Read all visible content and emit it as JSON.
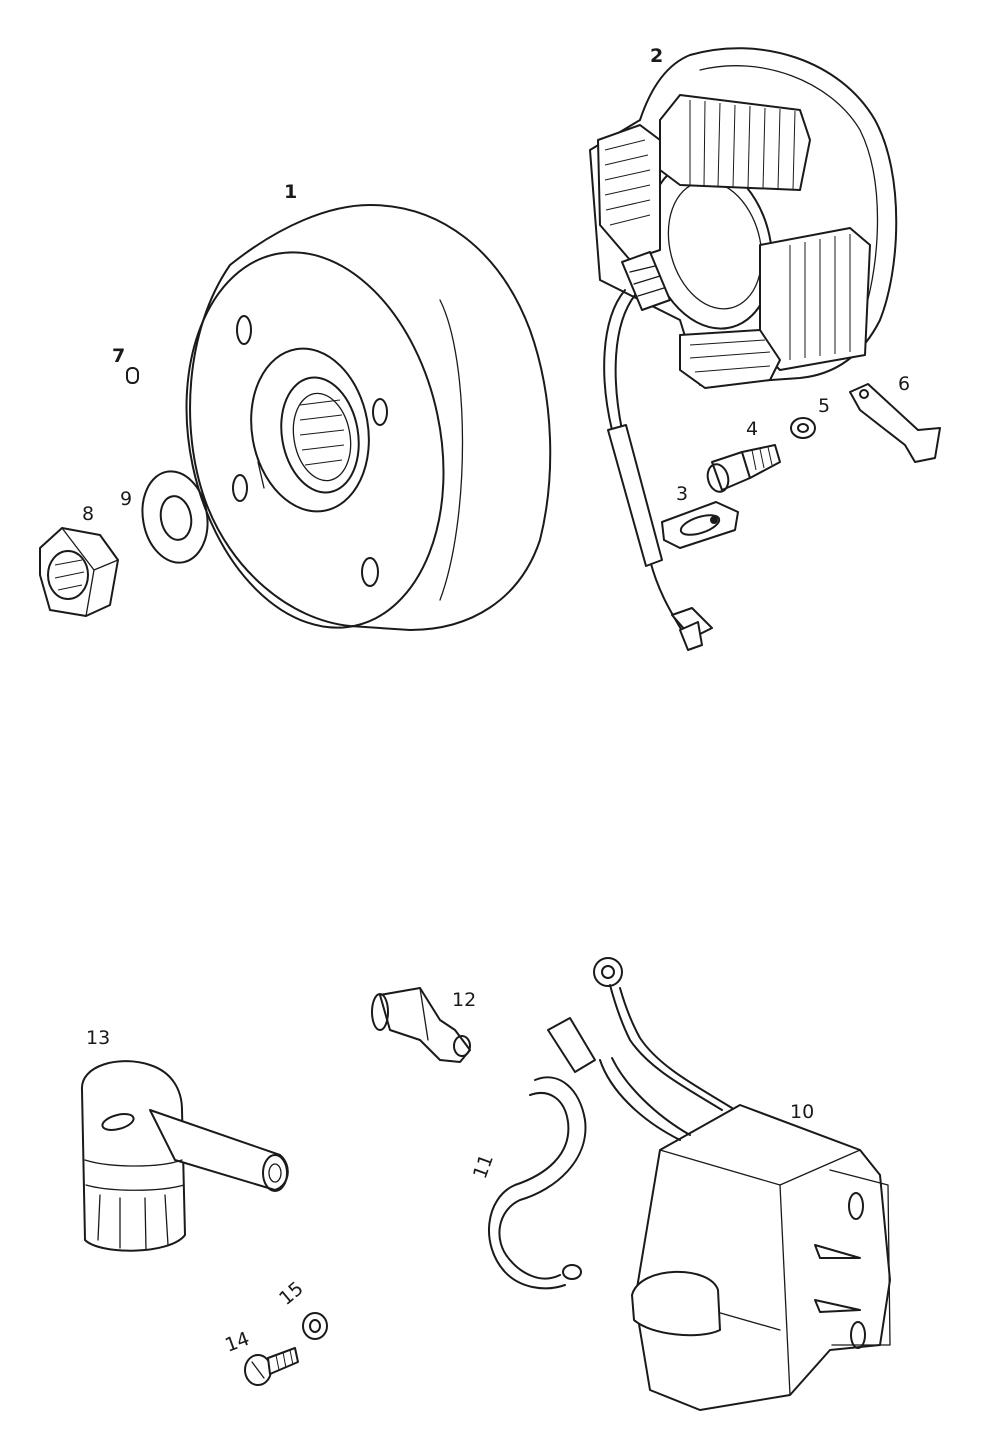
{
  "callouts": {
    "c1": "1",
    "c2": "2",
    "c3": "3",
    "c4": "4",
    "c5": "5",
    "c6": "6",
    "c7": "7",
    "c8": "8",
    "c9": "9",
    "c10": "10",
    "c11": "11",
    "c12": "12",
    "c13": "13",
    "c14": "14",
    "c15": "15"
  },
  "parts": [
    {
      "ref": "1",
      "icon": "flywheel-rotor-icon"
    },
    {
      "ref": "2",
      "icon": "stator-plate-icon"
    },
    {
      "ref": "3",
      "icon": "clamp-plate-icon"
    },
    {
      "ref": "4",
      "icon": "socket-screw-icon"
    },
    {
      "ref": "5",
      "icon": "washer-icon"
    },
    {
      "ref": "6",
      "icon": "bracket-icon"
    },
    {
      "ref": "7",
      "icon": "woodruff-key-icon"
    },
    {
      "ref": "8",
      "icon": "hex-nut-icon"
    },
    {
      "ref": "9",
      "icon": "washer-icon"
    },
    {
      "ref": "10",
      "icon": "ignition-coil-icon"
    },
    {
      "ref": "11",
      "icon": "ground-cable-icon"
    },
    {
      "ref": "12",
      "icon": "rubber-sleeve-icon"
    },
    {
      "ref": "13",
      "icon": "spark-plug-cap-icon"
    },
    {
      "ref": "14",
      "icon": "screw-icon"
    },
    {
      "ref": "15",
      "icon": "washer-icon"
    }
  ],
  "colors": {
    "line": "#1a1a1a",
    "background": "#ffffff"
  }
}
